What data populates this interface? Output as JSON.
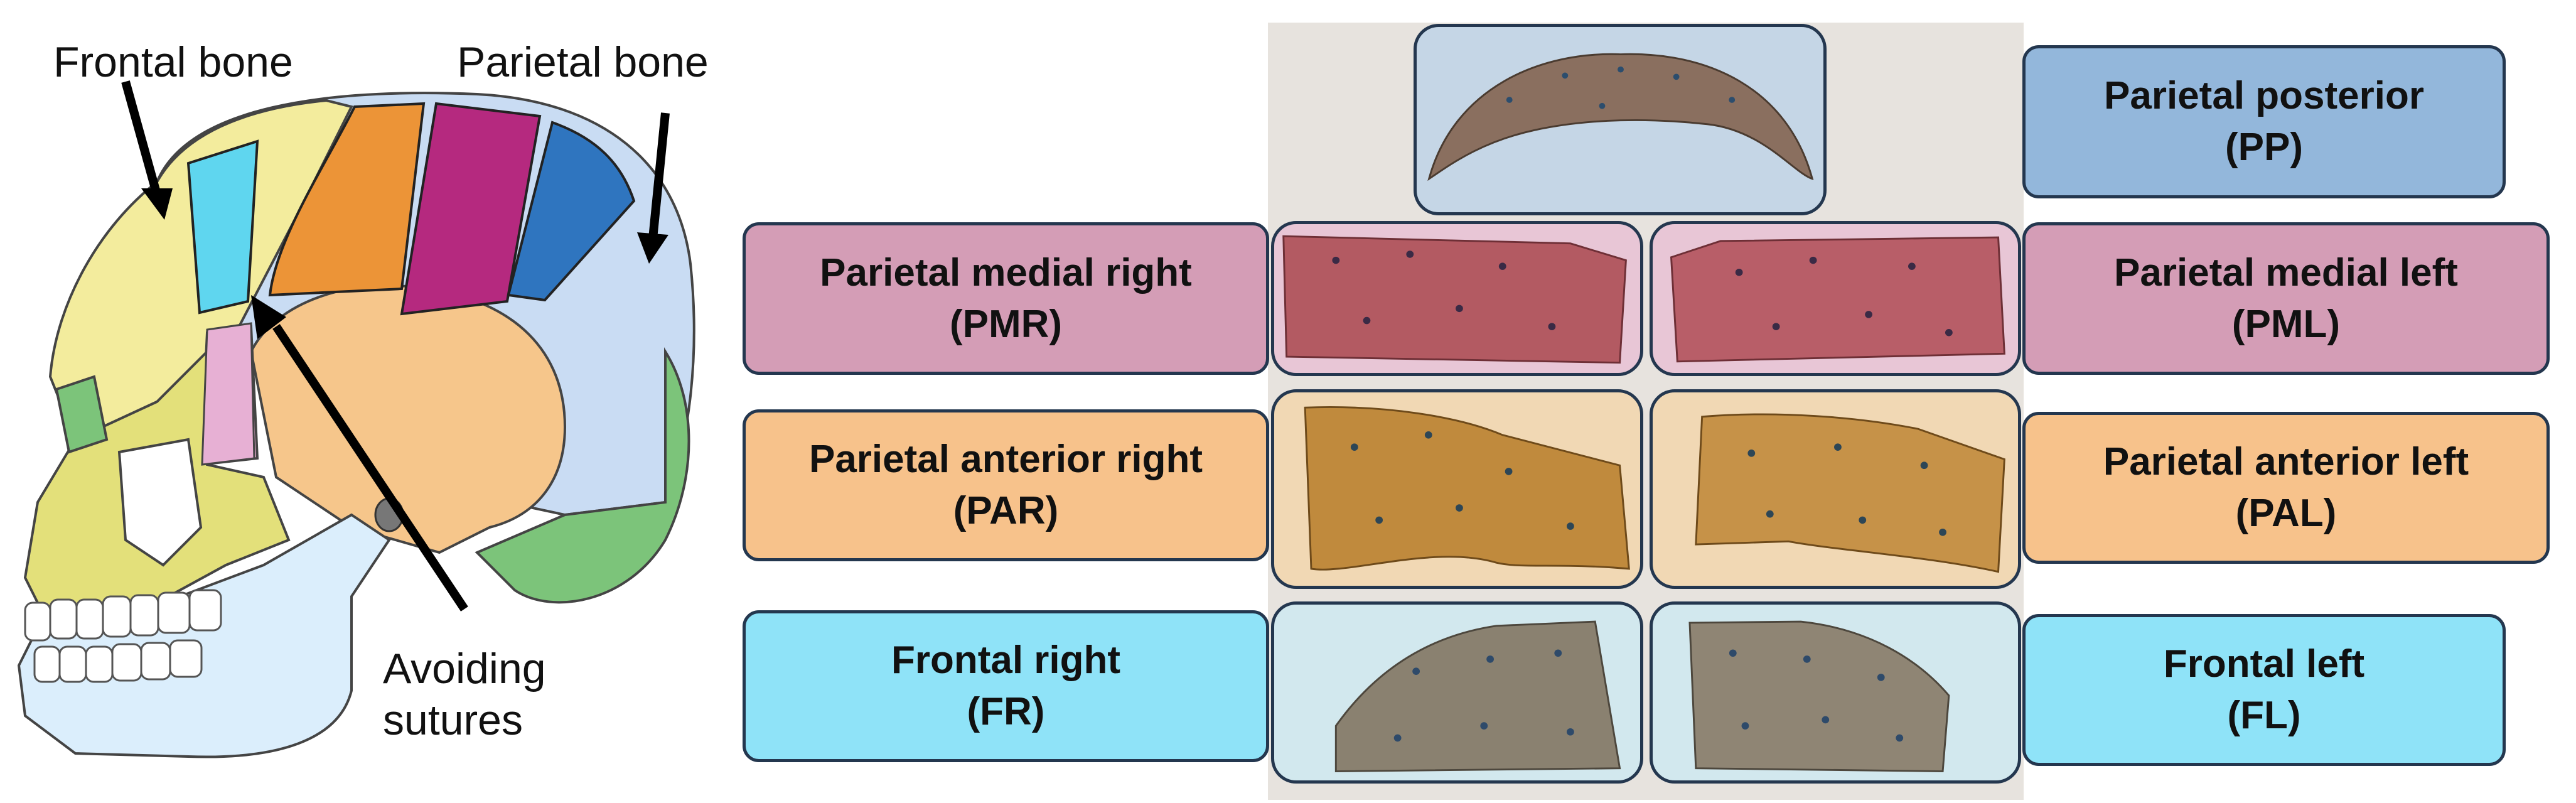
{
  "skull": {
    "frontal_bone_label": "Frontal bone",
    "parietal_bone_label": "Parietal bone",
    "avoiding_label_line1": "Avoiding",
    "avoiding_label_line2": "sutures"
  },
  "labels": {
    "pp": {
      "line1": "Parietal posterior",
      "line2": "(PP)"
    },
    "pmr": {
      "line1": "Parietal medial right",
      "line2": "(PMR)"
    },
    "pml": {
      "line1": "Parietal medial left",
      "line2": "(PML)"
    },
    "par": {
      "line1": "Parietal anterior right",
      "line2": "(PAR)"
    },
    "pal": {
      "line1": "Parietal anterior left",
      "line2": "(PAL)"
    },
    "fr": {
      "line1": "Frontal right",
      "line2": "(FR)"
    },
    "fl": {
      "line1": "Frontal left",
      "line2": "(FL)"
    }
  },
  "colors": {
    "parietal_posterior": "#93b7db",
    "parietal_medial": "#d49db6",
    "parietal_anterior": "#f7c28b",
    "frontal": "#8fe3f8",
    "border": "#24374f"
  }
}
